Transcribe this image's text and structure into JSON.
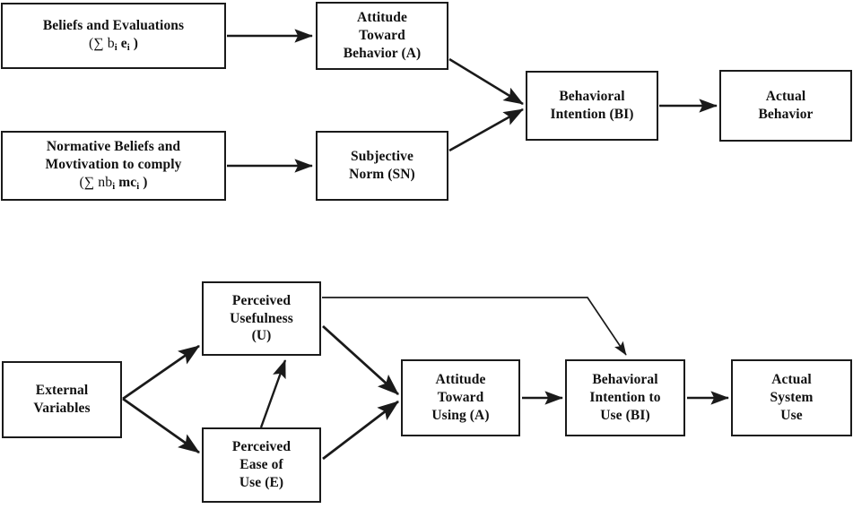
{
  "figure": {
    "background_color": "#ffffff",
    "line_color": "#1a1a1a",
    "text_color": "#111111"
  },
  "diagrams": [
    {
      "id": "theory-of-reasoned-action",
      "nodes": [
        {
          "id": "beliefs-and-evaluations",
          "lines": [
            "Beliefs and Evaluations",
            "(∑ b",
            "e",
            ")"
          ],
          "text": "Beliefs and Evaluations (∑ bi ei )",
          "line1": "Beliefs and Evaluations",
          "line2_prefix": "(∑ b",
          "line2_sub1": "i",
          "line2_mid": " e",
          "line2_sub2": "i",
          "line2_suffix": " )"
        },
        {
          "id": "attitude-toward-behavior",
          "line1": "Attitude",
          "line2": "Toward",
          "line3": "Behavior (A)"
        },
        {
          "id": "normative-beliefs",
          "line1": "Normative Beliefs and",
          "line2": "Movtivation to comply",
          "line3_prefix": "(∑ nb",
          "line3_sub1": "i",
          "line3_mid": " mc",
          "line3_sub2": "i",
          "line3_suffix": " )"
        },
        {
          "id": "subjective-norm",
          "line1": "Subjective",
          "line2": "Norm (SN)"
        },
        {
          "id": "behavioral-intention",
          "line1": "Behavioral",
          "line2": "Intention (BI)"
        },
        {
          "id": "actual-behavior",
          "line1": "Actual",
          "line2": "Behavior"
        }
      ]
    },
    {
      "id": "technology-acceptance-model",
      "nodes": [
        {
          "id": "external-variables",
          "line1": "External",
          "line2": "Variables"
        },
        {
          "id": "perceived-usefulness",
          "line1": "Perceived",
          "line2": "Usefulness",
          "line3": "(U)"
        },
        {
          "id": "perceived-ease-of-use",
          "line1": "Perceived",
          "line2": "Ease of",
          "line3": "Use (E)"
        },
        {
          "id": "attitude-toward-using",
          "line1": "Attitude",
          "line2": "Toward",
          "line3": "Using (A)"
        },
        {
          "id": "behavioral-intention-to-use",
          "line1": "Behavioral",
          "line2": "Intention to",
          "line3": "Use (BI)"
        },
        {
          "id": "actual-system-use",
          "line1": "Actual",
          "line2": "System",
          "line3": "Use"
        }
      ]
    }
  ]
}
